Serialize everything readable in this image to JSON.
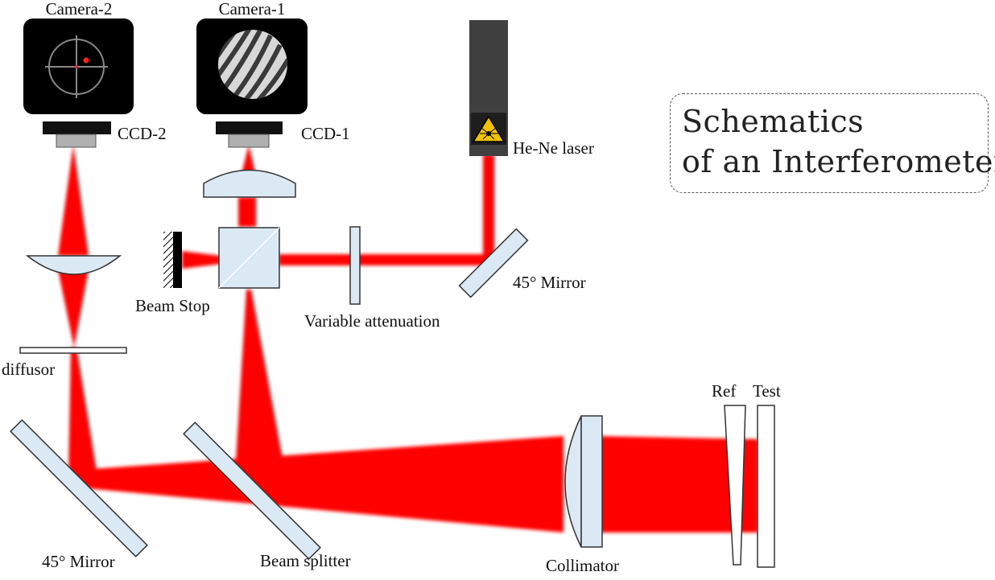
{
  "diagram": {
    "title_lines": [
      "Schematics",
      "of an Interferometer"
    ],
    "labels": {
      "camera_2": "Camera-2",
      "camera_1": "Camera-1",
      "ccd_2": "CCD-2",
      "ccd_1": "CCD-1",
      "laser": "He-Ne laser",
      "mirror_top": "45° Mirror",
      "beam_stop": "Beam Stop",
      "variable_attenuation": "Variable attenuation",
      "diffusor": "diffusor",
      "ref": "Ref",
      "test": "Test",
      "mirror_bottom": "45° Mirror",
      "beam_splitter": "Beam splitter",
      "collimator": "Collimator"
    },
    "colors": {
      "beam": "#ff0000",
      "optic_fill": "#dbe9f5",
      "camera_body": "#000000",
      "laser_body": "#404040",
      "warning_sign": "#f2c200"
    },
    "icons": [
      "crosshair-screen-icon",
      "fringe-pattern-icon",
      "laser-warning-icon"
    ]
  }
}
